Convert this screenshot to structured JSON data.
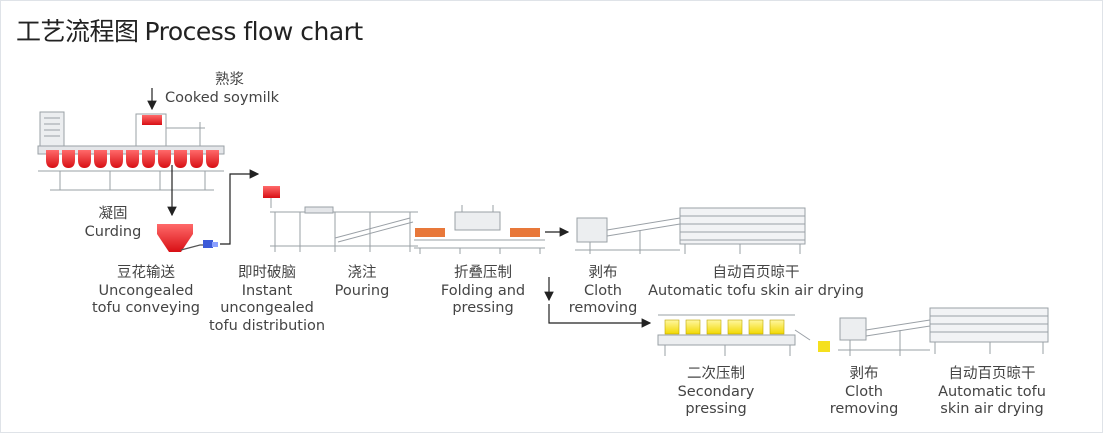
{
  "title": {
    "zh": "工艺流程图",
    "en": "Process flow chart"
  },
  "steps": {
    "cooked_soymilk": {
      "zh": "熟浆",
      "en": [
        "Cooked soymilk"
      ]
    },
    "curding": {
      "zh": "凝固",
      "en": [
        "Curding"
      ]
    },
    "conveying": {
      "zh": "豆花输送",
      "en": [
        "Uncongealed",
        "tofu conveying"
      ]
    },
    "distribution": {
      "zh": "即时破脑",
      "en": [
        "Instant",
        "uncongealed",
        "tofu distribution"
      ]
    },
    "pouring": {
      "zh": "浇注",
      "en": [
        "Pouring"
      ]
    },
    "folding": {
      "zh": "折叠压制",
      "en": [
        "Folding and",
        "pressing"
      ]
    },
    "cloth_removing_1": {
      "zh": "剥布",
      "en": [
        "Cloth",
        "removing"
      ]
    },
    "air_drying_1": {
      "zh": "自动百页晾干",
      "en": [
        "Automatic tofu skin air drying"
      ]
    },
    "secondary_pressing": {
      "zh": "二次压制",
      "en": [
        "Secondary",
        "pressing"
      ]
    },
    "cloth_removing_2": {
      "zh": "剥布",
      "en": [
        "Cloth",
        "removing"
      ]
    },
    "air_drying_2": {
      "zh": "自动百页晾干",
      "en": [
        "Automatic tofu",
        "skin air drying"
      ]
    }
  },
  "colors": {
    "red": "#e8262a",
    "orange": "#e8783a",
    "yellow": "#f5e01e",
    "machine": "#9aa0a6",
    "arrow": "#222222"
  }
}
